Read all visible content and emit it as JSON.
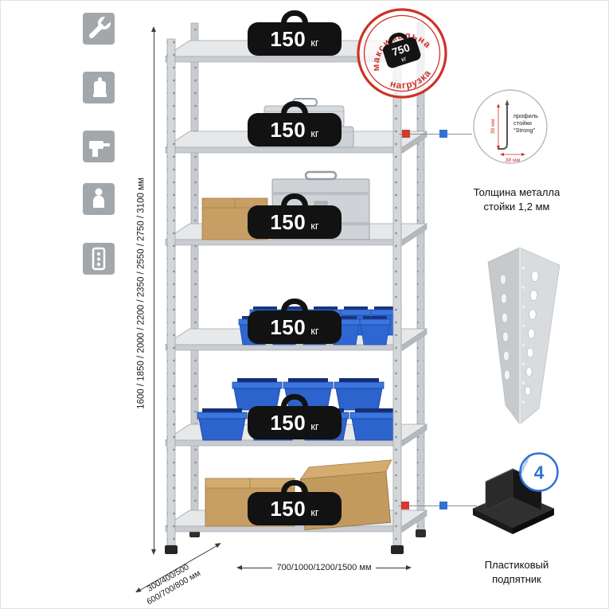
{
  "colors": {
    "stamp_red": "#cf3127",
    "marker_red": "#d23b2f",
    "marker_blue": "#2f73d6",
    "badge_black": "#121212",
    "bin_blue": "#2f67d2",
    "icon_gray": "#a2a7ac"
  },
  "left_icons": [
    {
      "name": "wrench-icon"
    },
    {
      "name": "gloves-icon"
    },
    {
      "name": "drill-icon"
    },
    {
      "name": "person-icon"
    },
    {
      "name": "level-icon"
    }
  ],
  "dimensions": {
    "height": "1600 / 1850 / 2000 / 2200 / 2350 / 2550 / 2750 / 3100 мм",
    "depth_line1": "300/400/500",
    "depth_line2": "600/700/800 мм",
    "width": "700/1000/1200/1500 мм"
  },
  "shelf_badge": {
    "value": "150",
    "unit": "кг",
    "count": 6
  },
  "max_load_stamp": {
    "arc_top": "максимальная",
    "arc_bottom": "нагрузка",
    "value": "750",
    "unit": "кг"
  },
  "profile_detail": {
    "label_line1": "профиль",
    "label_line2": "стойки",
    "label_line3": "“Strong”",
    "dim_vertical": "38 мм",
    "dim_horizontal": "38 мм",
    "caption": "Толщина металла\nстойки 1,2 мм"
  },
  "foot_detail": {
    "badge_value": "4",
    "badge_label": "в комплекте",
    "caption": "Пластиковый\nподпятник"
  }
}
